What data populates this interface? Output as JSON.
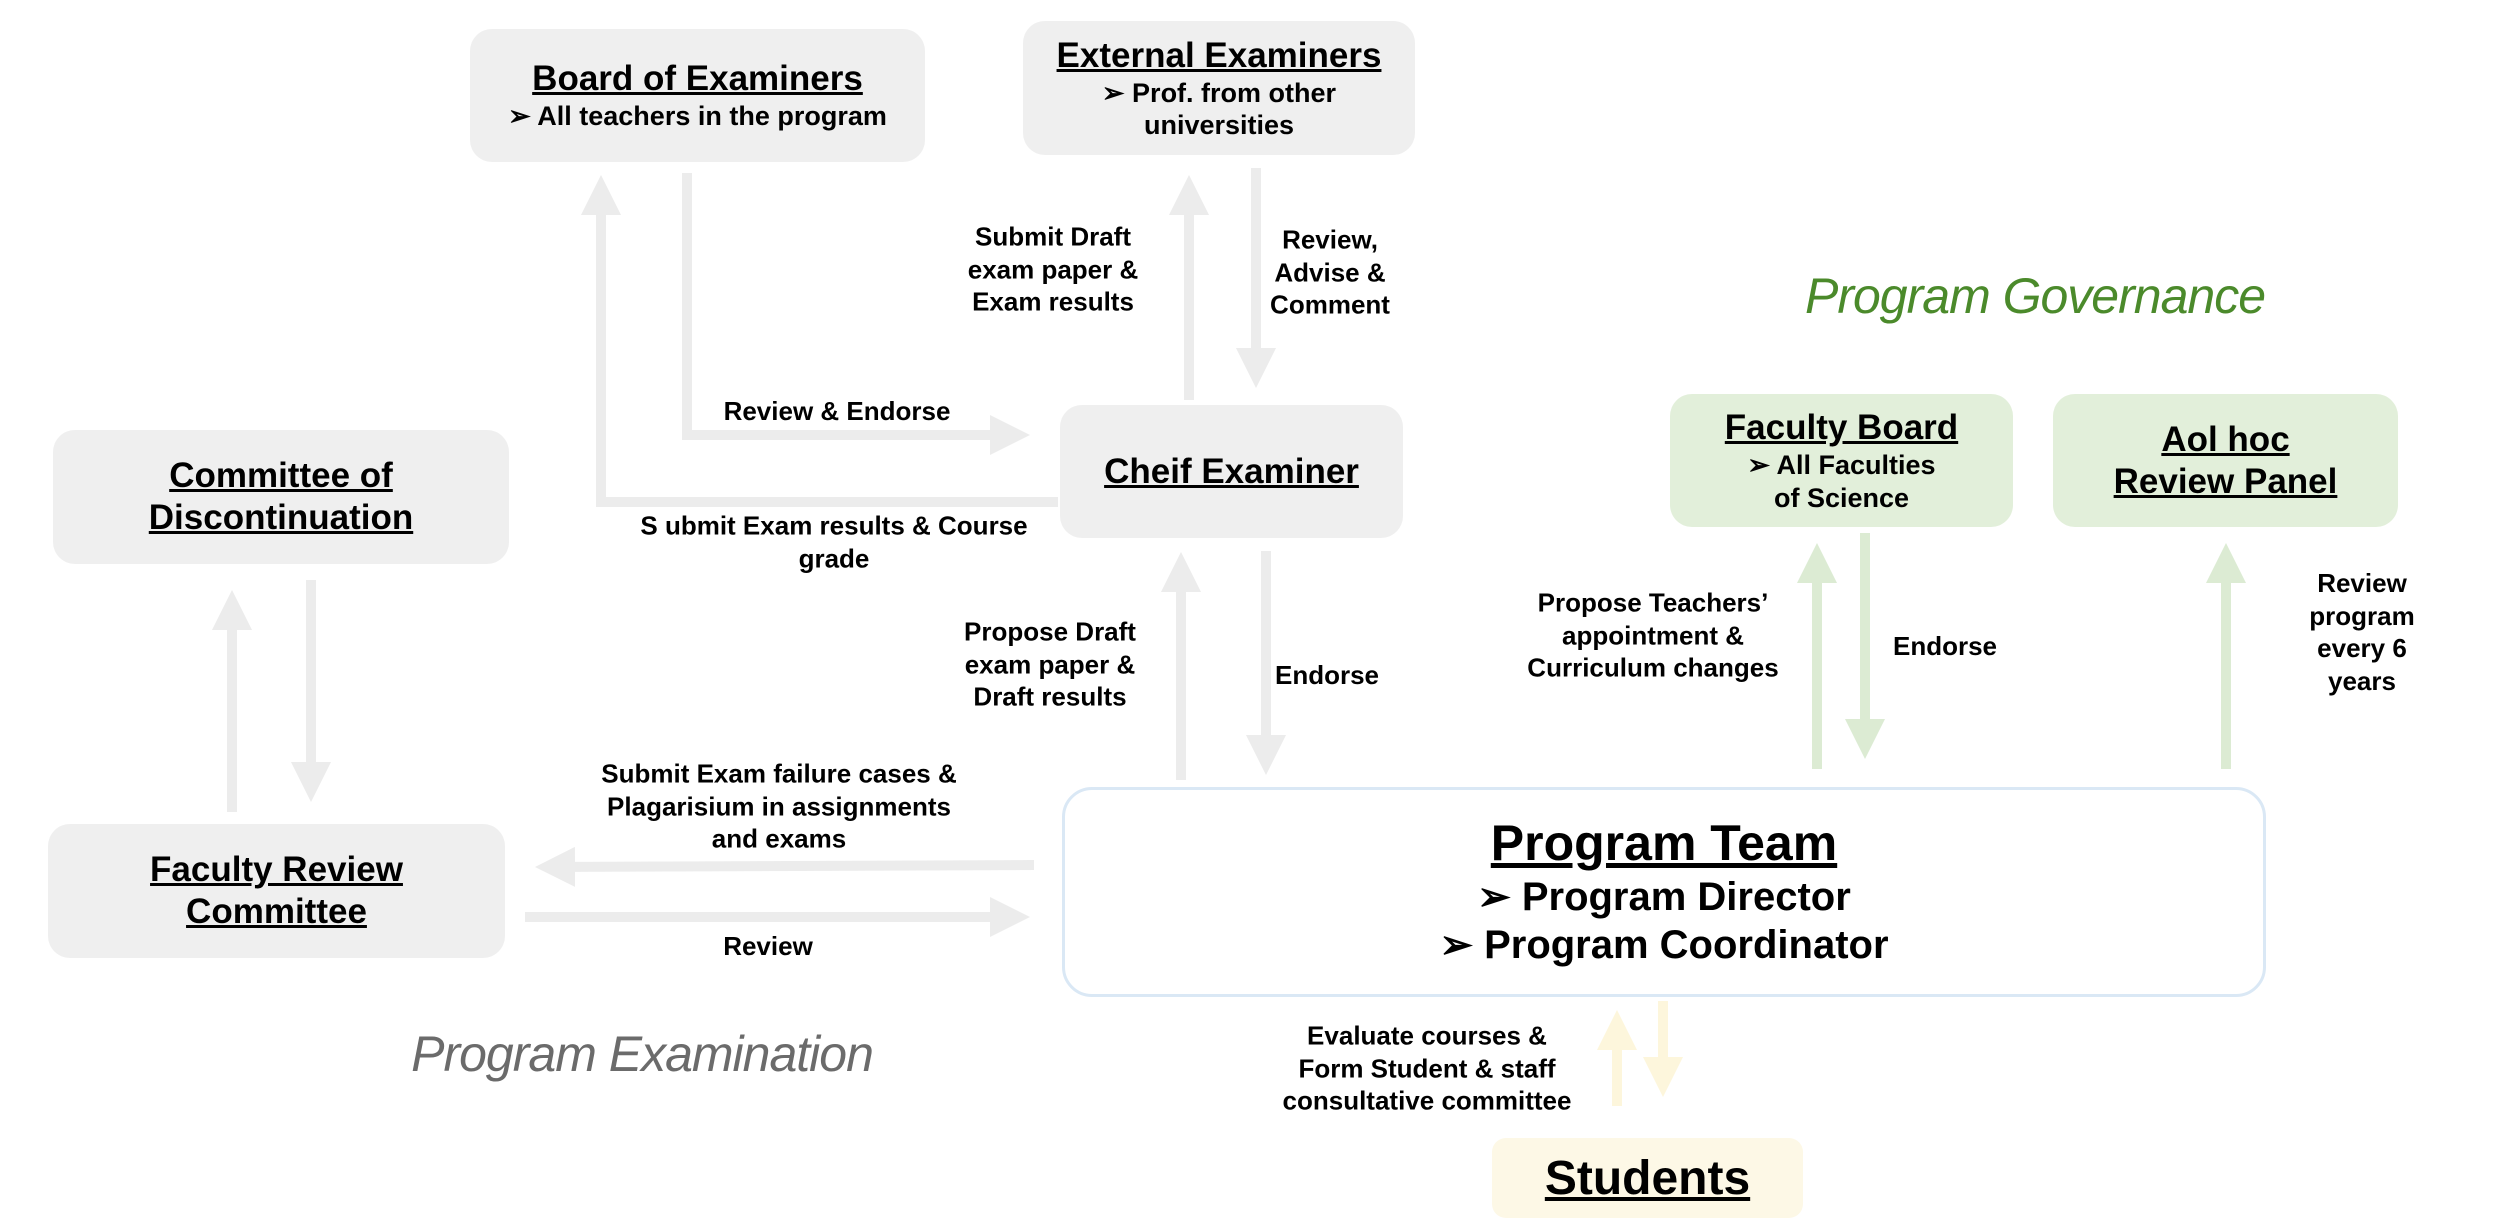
{
  "boxes": {
    "board_of_examiners": {
      "title": "Board of Examiners",
      "sub": "➢ All teachers in the program"
    },
    "external_examiners": {
      "title": "External Examiners",
      "sub": "➢ Prof. from other\nuniversities"
    },
    "committee_discontinuation": {
      "title": "Committee of\nDiscontinuation"
    },
    "cheif_examiner": {
      "title": "Cheif Examiner"
    },
    "faculty_board": {
      "title": "Faculty Board",
      "sub": "➢ All Faculties\nof Science"
    },
    "aol_panel": {
      "title": "Aol hoc\nReview Panel"
    },
    "faculty_review": {
      "title": "Faculty Review\nCommittee"
    },
    "program_team": {
      "title": "Program Team",
      "items": [
        "➢ Program Director",
        "➢ Program Coordinator"
      ]
    },
    "students": {
      "title": "Students"
    }
  },
  "sections": {
    "governance": "Program Governance",
    "examination": "Program Examination"
  },
  "labels": {
    "submit_draft": "Submit Draft\nexam paper &\nExam results",
    "review_advise": "Review,\nAdvise &\nComment",
    "review_endorse": "Review & Endorse",
    "submit_results": "S ubmit Exam results & Course\ngrade",
    "propose_draft": "Propose Draft\nexam paper &\nDraft results",
    "endorse_cheif": "Endorse",
    "submit_failure": "Submit Exam failure cases &\nPlagarisium in assignments\nand exams",
    "review_frc": "Review",
    "propose_teachers": "Propose Teachers’\nappointment &\nCurriculum changes",
    "endorse_faculty": "Endorse",
    "review_program": "Review  program\nevery 6 years",
    "evaluate_courses": "Evaluate courses &\nForm Student & staff\nconsultative committee"
  },
  "colors": {
    "gray_arrow": "#ececec",
    "green_arrow": "#dcebd3",
    "yellow_arrow": "#fdf6dc",
    "governance": "#4b8a2b",
    "examination": "#6b6b6b"
  }
}
